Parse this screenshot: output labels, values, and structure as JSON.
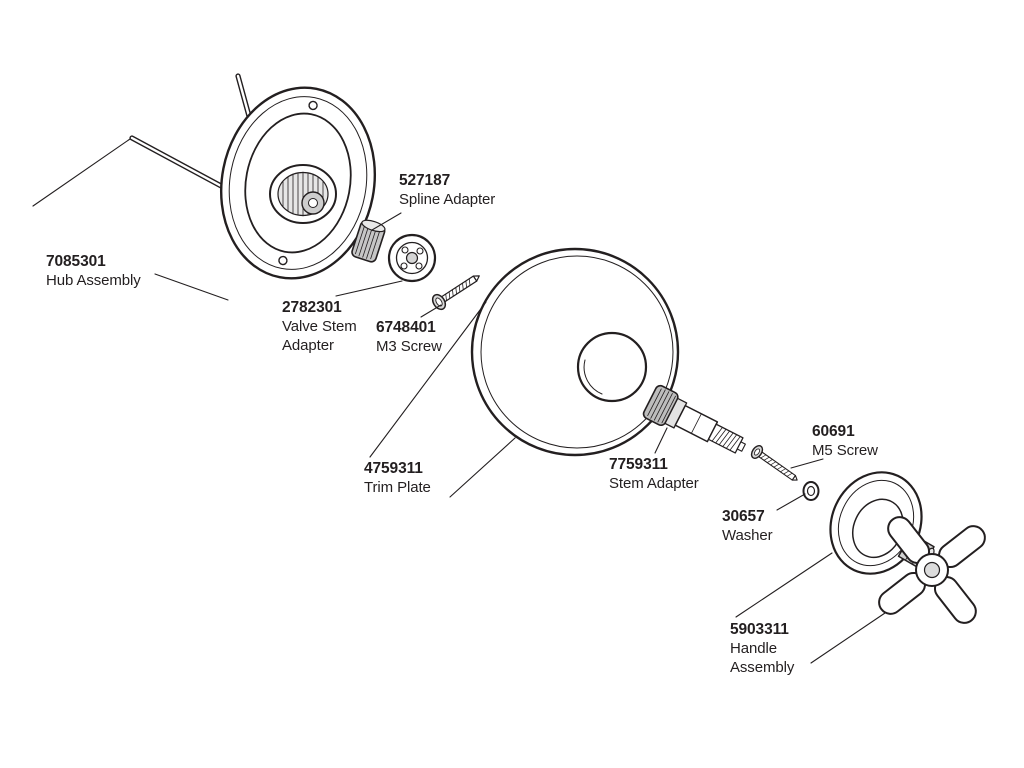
{
  "colors": {
    "ink": "#231f20",
    "paper": "#ffffff"
  },
  "diagram": {
    "parts": [
      {
        "id": "hub-assembly",
        "number": "7085301",
        "name": "Hub Assembly"
      },
      {
        "id": "spline-adapter",
        "number": "527187",
        "name": "Spline Adapter"
      },
      {
        "id": "valve-stem-adapter",
        "number": "2782301",
        "name": "Valve Stem\nAdapter"
      },
      {
        "id": "m3-screw",
        "number": "6748401",
        "name": "M3 Screw"
      },
      {
        "id": "trim-plate",
        "number": "4759311",
        "name": "Trim Plate"
      },
      {
        "id": "stem-adapter",
        "number": "7759311",
        "name": "Stem Adapter"
      },
      {
        "id": "m5-screw",
        "number": "60691",
        "name": "M5 Screw"
      },
      {
        "id": "washer",
        "number": "30657",
        "name": "Washer"
      },
      {
        "id": "handle-assembly",
        "number": "5903311",
        "name": "Handle\nAssembly"
      }
    ]
  }
}
